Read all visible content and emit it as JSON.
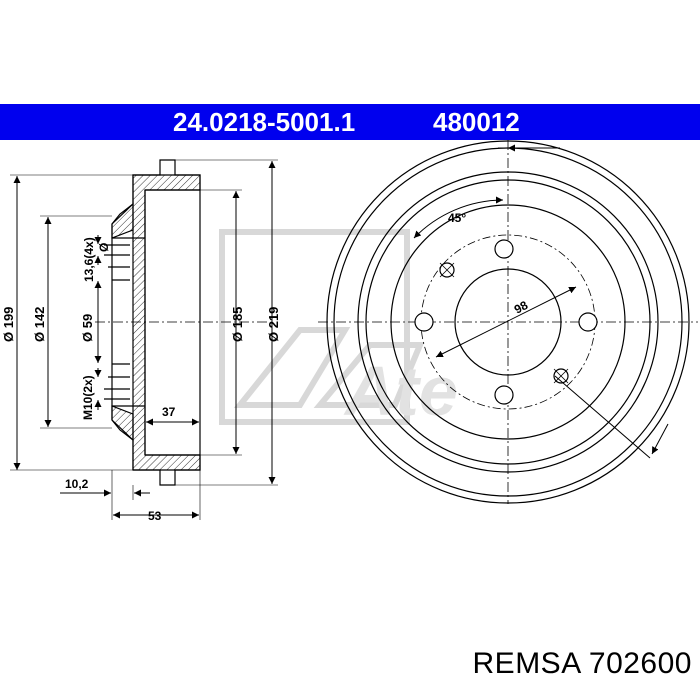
{
  "header": {
    "part_number": "24.0218-5001.1",
    "alt_number": "480012"
  },
  "dimensions": {
    "d199": "Ø 199",
    "d142": "Ø 142",
    "d59": "Ø 59",
    "d185": "Ø 185",
    "d219": "Ø 219",
    "hole_dia": "13,6(4x)",
    "hole_dia_symbol": "Ø",
    "thread": "M10(2x)",
    "width_37": "37",
    "offset_10_2": "10,2",
    "width_53": "53",
    "angle_45": "45°",
    "pcd_98": "98"
  },
  "watermark_text": "Ate",
  "caption": "REMSA 702600",
  "colors": {
    "header_bg": "#0000ee",
    "header_text": "#ffffff",
    "watermark": "#d8d8d8"
  }
}
